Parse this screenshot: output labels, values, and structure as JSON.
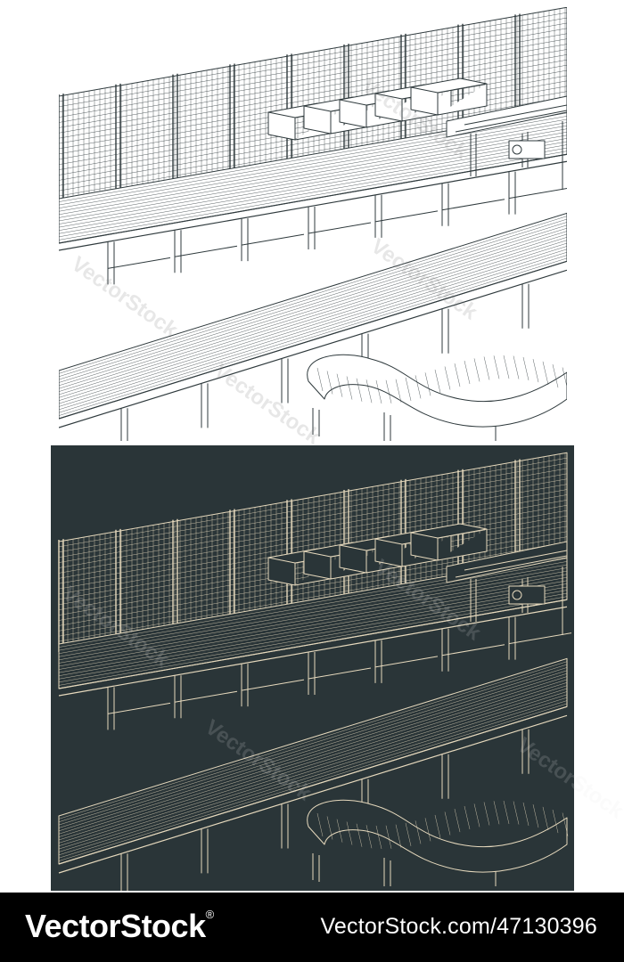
{
  "footer": {
    "brand": "VectorStock",
    "brand_suffix": "®",
    "url_id": "VectorStock.com/47130396"
  },
  "watermark": {
    "text": "VectorStock"
  },
  "colors": {
    "light_bg": "#ffffff",
    "light_line": "#2f3a3d",
    "dark_bg": "#2a3538",
    "dark_line": "#e6d9bd",
    "footer_bg": "#000000"
  }
}
